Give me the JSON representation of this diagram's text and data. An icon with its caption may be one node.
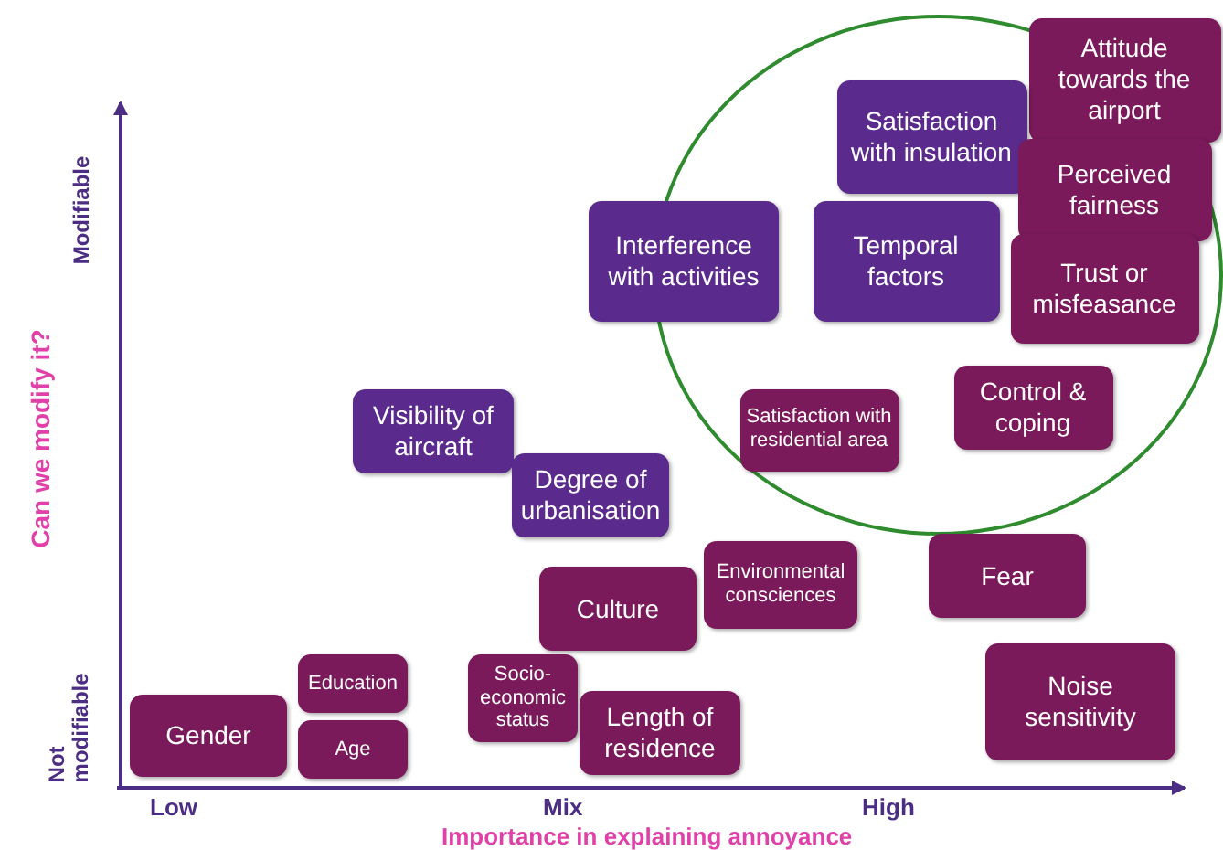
{
  "diagram": {
    "nodes": [
      {
        "text": [],
        "shape": "circle"
      },
      {
        "text": [
          "Attitude towards the airport"
        ],
        "in": 0
      },
      {
        "text": [
          "Satisfaction with insulation"
        ],
        "in": 0
      },
      {
        "text": [
          "Perceived fairness"
        ],
        "in": 0
      },
      {
        "text": [
          "Interference with activities"
        ]
      },
      {
        "text": [
          "Temporal factors"
        ],
        "in": 0
      },
      {
        "text": [
          "Trust or misfeasance"
        ],
        "in": 0
      },
      {
        "text": [
          "Visibility of aircraft"
        ]
      },
      {
        "text": [
          "Satisfaction with residential area"
        ],
        "in": 0
      },
      {
        "text": [
          "Control & coping"
        ],
        "in": 0
      },
      {
        "text": [
          "Degree of urbanisation"
        ]
      },
      {
        "text": [
          "Environmental consciences"
        ]
      },
      {
        "text": [
          "Culture"
        ]
      },
      {
        "text": [
          "Fear"
        ]
      },
      {
        "text": [
          "Education"
        ]
      },
      {
        "text": [
          "Socio-economic status"
        ]
      },
      {
        "text": [
          "Noise sensitivity"
        ]
      },
      {
        "text": [
          "Gender"
        ]
      },
      {
        "text": [
          "Age"
        ]
      },
      {
        "text": [
          "Length of residence"
        ]
      }
    ],
    "edges": [],
    "labels": [
      "Can we modify it?",
      "Modifiable",
      "Not modifiable",
      "Low",
      "Mix",
      "High",
      "Importance in explaining annoyance"
    ]
  }
}
